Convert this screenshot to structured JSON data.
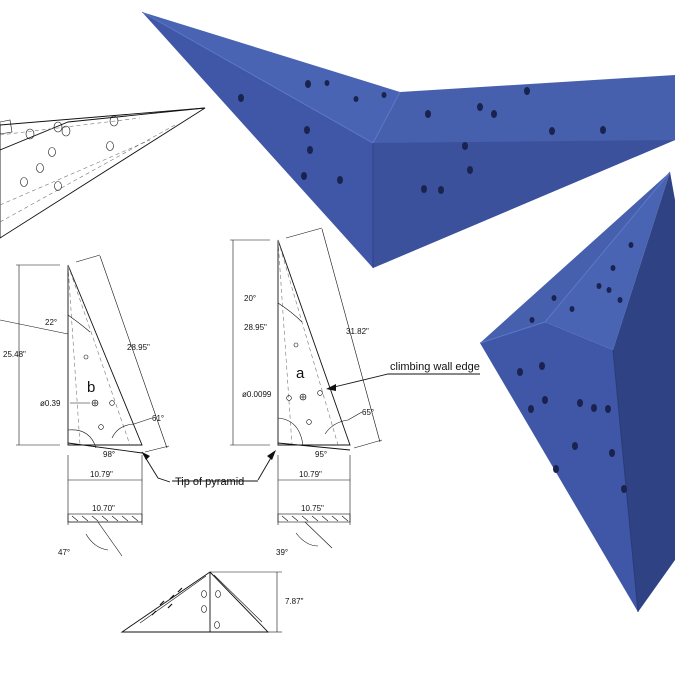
{
  "colors": {
    "volume_face_light": "#4a64b4",
    "volume_face_mid": "#3f57a6",
    "volume_face_dark": "#2f4284",
    "hold_hole": "#1a234f",
    "drawing_line": "#111111"
  },
  "panel_b": {
    "letter": "b",
    "height": "25.48\"",
    "hypotenuse": "28.95\"",
    "top_angle": "22°",
    "hole_dia": "ø0.39",
    "base_angle_right": "61°",
    "base_angle_left": "98°",
    "base_upper": "10.79\"",
    "base_lower": "10.70\"",
    "bevel_angle": "47°"
  },
  "panel_a": {
    "letter": "a",
    "height": "28.95\"",
    "hypotenuse": "31.82\"",
    "top_angle": "20°",
    "hole_dia": "ø0.0099",
    "base_angle_right": "65°",
    "base_angle_left": "95°",
    "base_upper": "10.79\"",
    "base_lower": "10.75\"",
    "bevel_angle": "39°"
  },
  "callouts": {
    "tip": "Tip of pyramid",
    "edge": "climbing wall edge"
  },
  "bottom_view": {
    "height": "7.87\""
  }
}
